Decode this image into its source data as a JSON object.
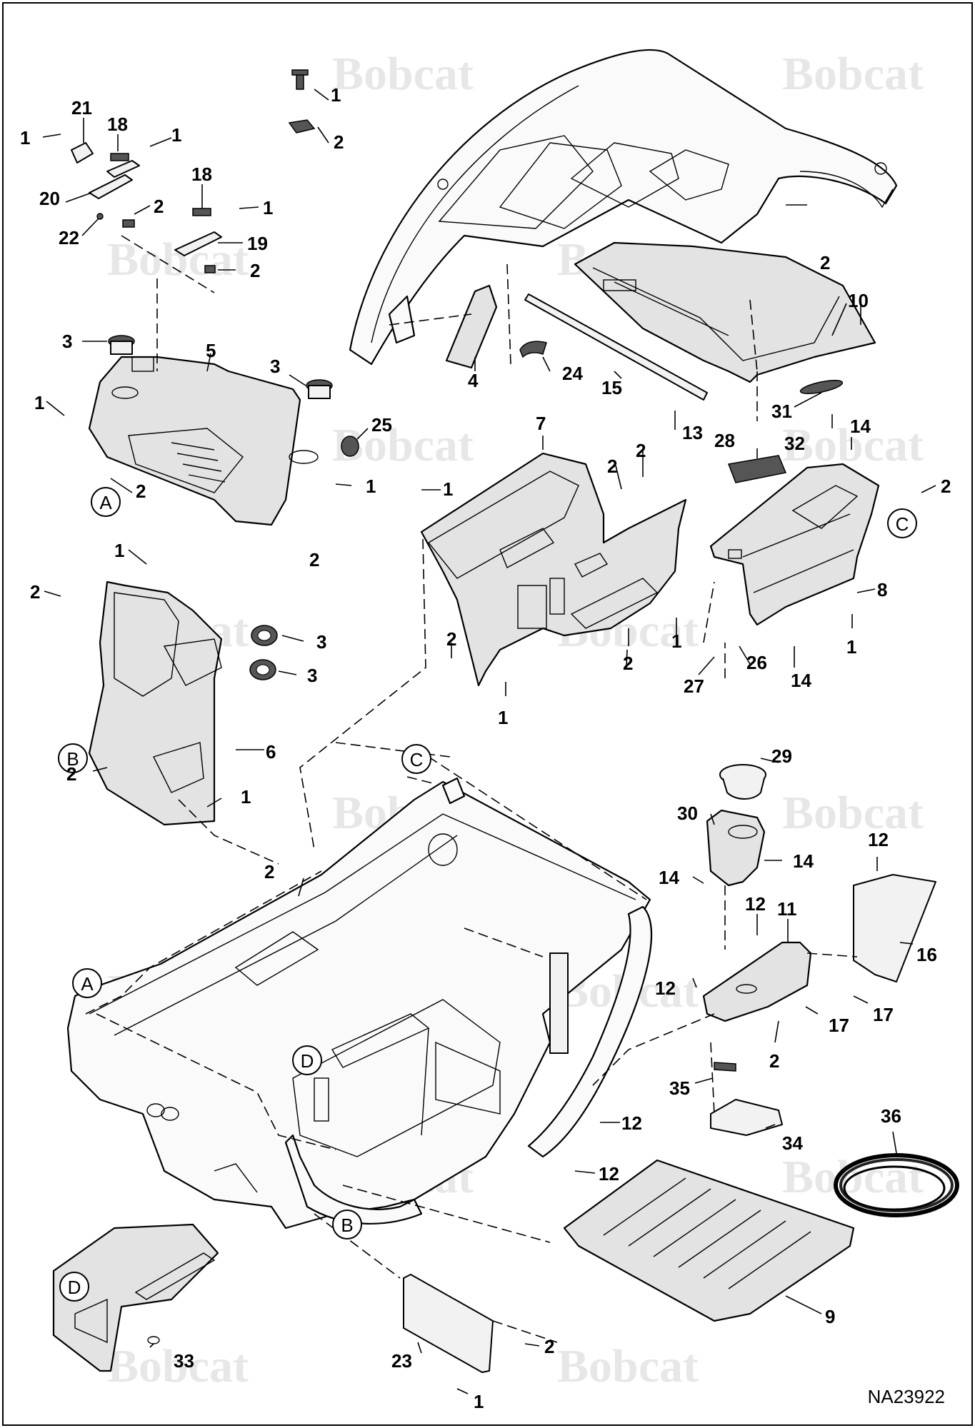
{
  "drawing_number": "NA23922",
  "watermark": "Bobcat",
  "reference_letters": [
    "A",
    "B",
    "C",
    "D"
  ],
  "callouts": [
    {
      "label": "1"
    },
    {
      "label": "2"
    },
    {
      "label": "1"
    },
    {
      "label": "21"
    },
    {
      "label": "18"
    },
    {
      "label": "1"
    },
    {
      "label": "20"
    },
    {
      "label": "2"
    },
    {
      "label": "22"
    },
    {
      "label": "18"
    },
    {
      "label": "1"
    },
    {
      "label": "19"
    },
    {
      "label": "2"
    },
    {
      "label": "3"
    },
    {
      "label": "5"
    },
    {
      "label": "3"
    },
    {
      "label": "25"
    },
    {
      "label": "1"
    },
    {
      "label": "1"
    },
    {
      "label": "2"
    },
    {
      "label": "2"
    },
    {
      "label": "4"
    },
    {
      "label": "24"
    },
    {
      "label": "15"
    },
    {
      "label": "10"
    },
    {
      "label": "2"
    },
    {
      "label": "13"
    },
    {
      "label": "31"
    },
    {
      "label": "32"
    },
    {
      "label": "7"
    },
    {
      "label": "2"
    },
    {
      "label": "2"
    },
    {
      "label": "1"
    },
    {
      "label": "28"
    },
    {
      "label": "14"
    },
    {
      "label": "2"
    },
    {
      "label": "8"
    },
    {
      "label": "1"
    },
    {
      "label": "2"
    },
    {
      "label": "3"
    },
    {
      "label": "3"
    },
    {
      "label": "1"
    },
    {
      "label": "2"
    },
    {
      "label": "1"
    },
    {
      "label": "2"
    },
    {
      "label": "1"
    },
    {
      "label": "26"
    },
    {
      "label": "14"
    },
    {
      "label": "27"
    },
    {
      "label": "2"
    },
    {
      "label": "6"
    },
    {
      "label": "1"
    },
    {
      "label": "29"
    },
    {
      "label": "30"
    },
    {
      "label": "14"
    },
    {
      "label": "14"
    },
    {
      "label": "12"
    },
    {
      "label": "12"
    },
    {
      "label": "11"
    },
    {
      "label": "16"
    },
    {
      "label": "12"
    },
    {
      "label": "17"
    },
    {
      "label": "17"
    },
    {
      "label": "2"
    },
    {
      "label": "2"
    },
    {
      "label": "35"
    },
    {
      "label": "34"
    },
    {
      "label": "12"
    },
    {
      "label": "12"
    },
    {
      "label": "36"
    },
    {
      "label": "9"
    },
    {
      "label": "33"
    },
    {
      "label": "23"
    },
    {
      "label": "2"
    },
    {
      "label": "1"
    }
  ]
}
